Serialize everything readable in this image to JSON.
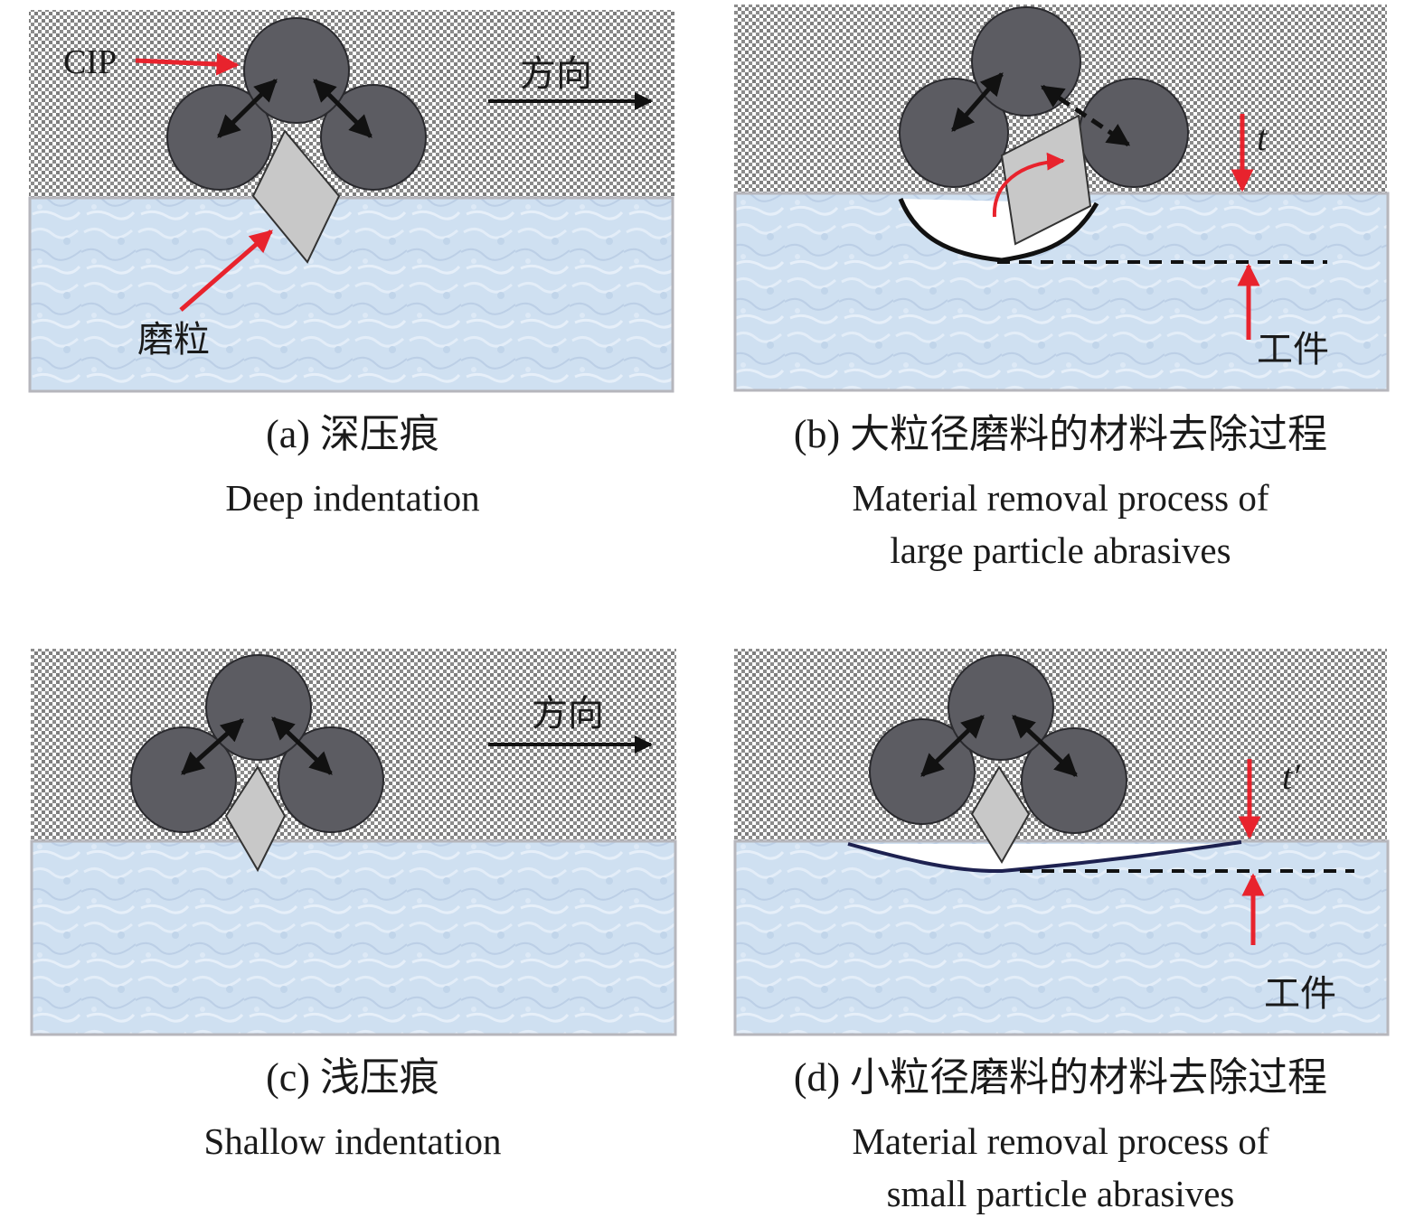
{
  "panel_a": {
    "label_cip": "CIP",
    "label_direction": "方向",
    "label_abrasive": "磨粒",
    "caption_zh": "(a) 深压痕",
    "caption_en": "Deep indentation"
  },
  "panel_b": {
    "label_t": "t",
    "label_workpiece": "工件",
    "caption_zh": "(b) 大粒径磨料的材料去除过程",
    "caption_en_line1": "Material removal process of",
    "caption_en_line2": "large particle abrasives"
  },
  "panel_c": {
    "label_direction": "方向",
    "caption_zh": "(c) 浅压痕",
    "caption_en": "Shallow indentation"
  },
  "panel_d": {
    "label_t_prime": "t′",
    "label_workpiece": "工件",
    "caption_zh": "(d) 小粒径磨料的材料去除过程",
    "caption_en_line1": "Material removal process of",
    "caption_en_line2": "small particle abrasives"
  },
  "colors": {
    "cip_fill": "#5c5c62",
    "abrasive_fill": "#c8c8c8",
    "workpiece_fill": "#cfe0f1",
    "workpiece_border": "#b6b6bc",
    "arrow_red": "#e8232d",
    "matrix_dot": "#7a7a7a"
  }
}
